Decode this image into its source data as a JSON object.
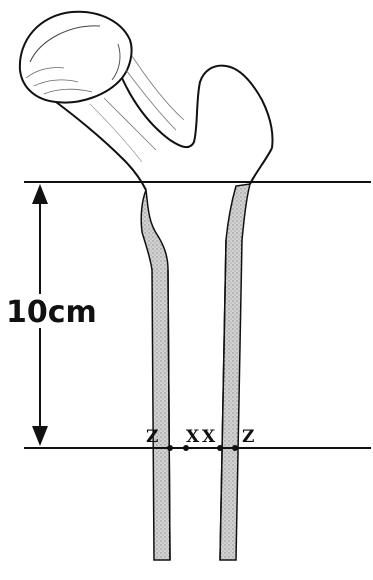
{
  "diagram": {
    "measurement_label": "10cm",
    "marker_labels": [
      "Z",
      "X",
      "X",
      "Z"
    ],
    "colors": {
      "ink": "#111111",
      "cortex_fill": "#c9c9c9",
      "background": "#ffffff"
    }
  }
}
